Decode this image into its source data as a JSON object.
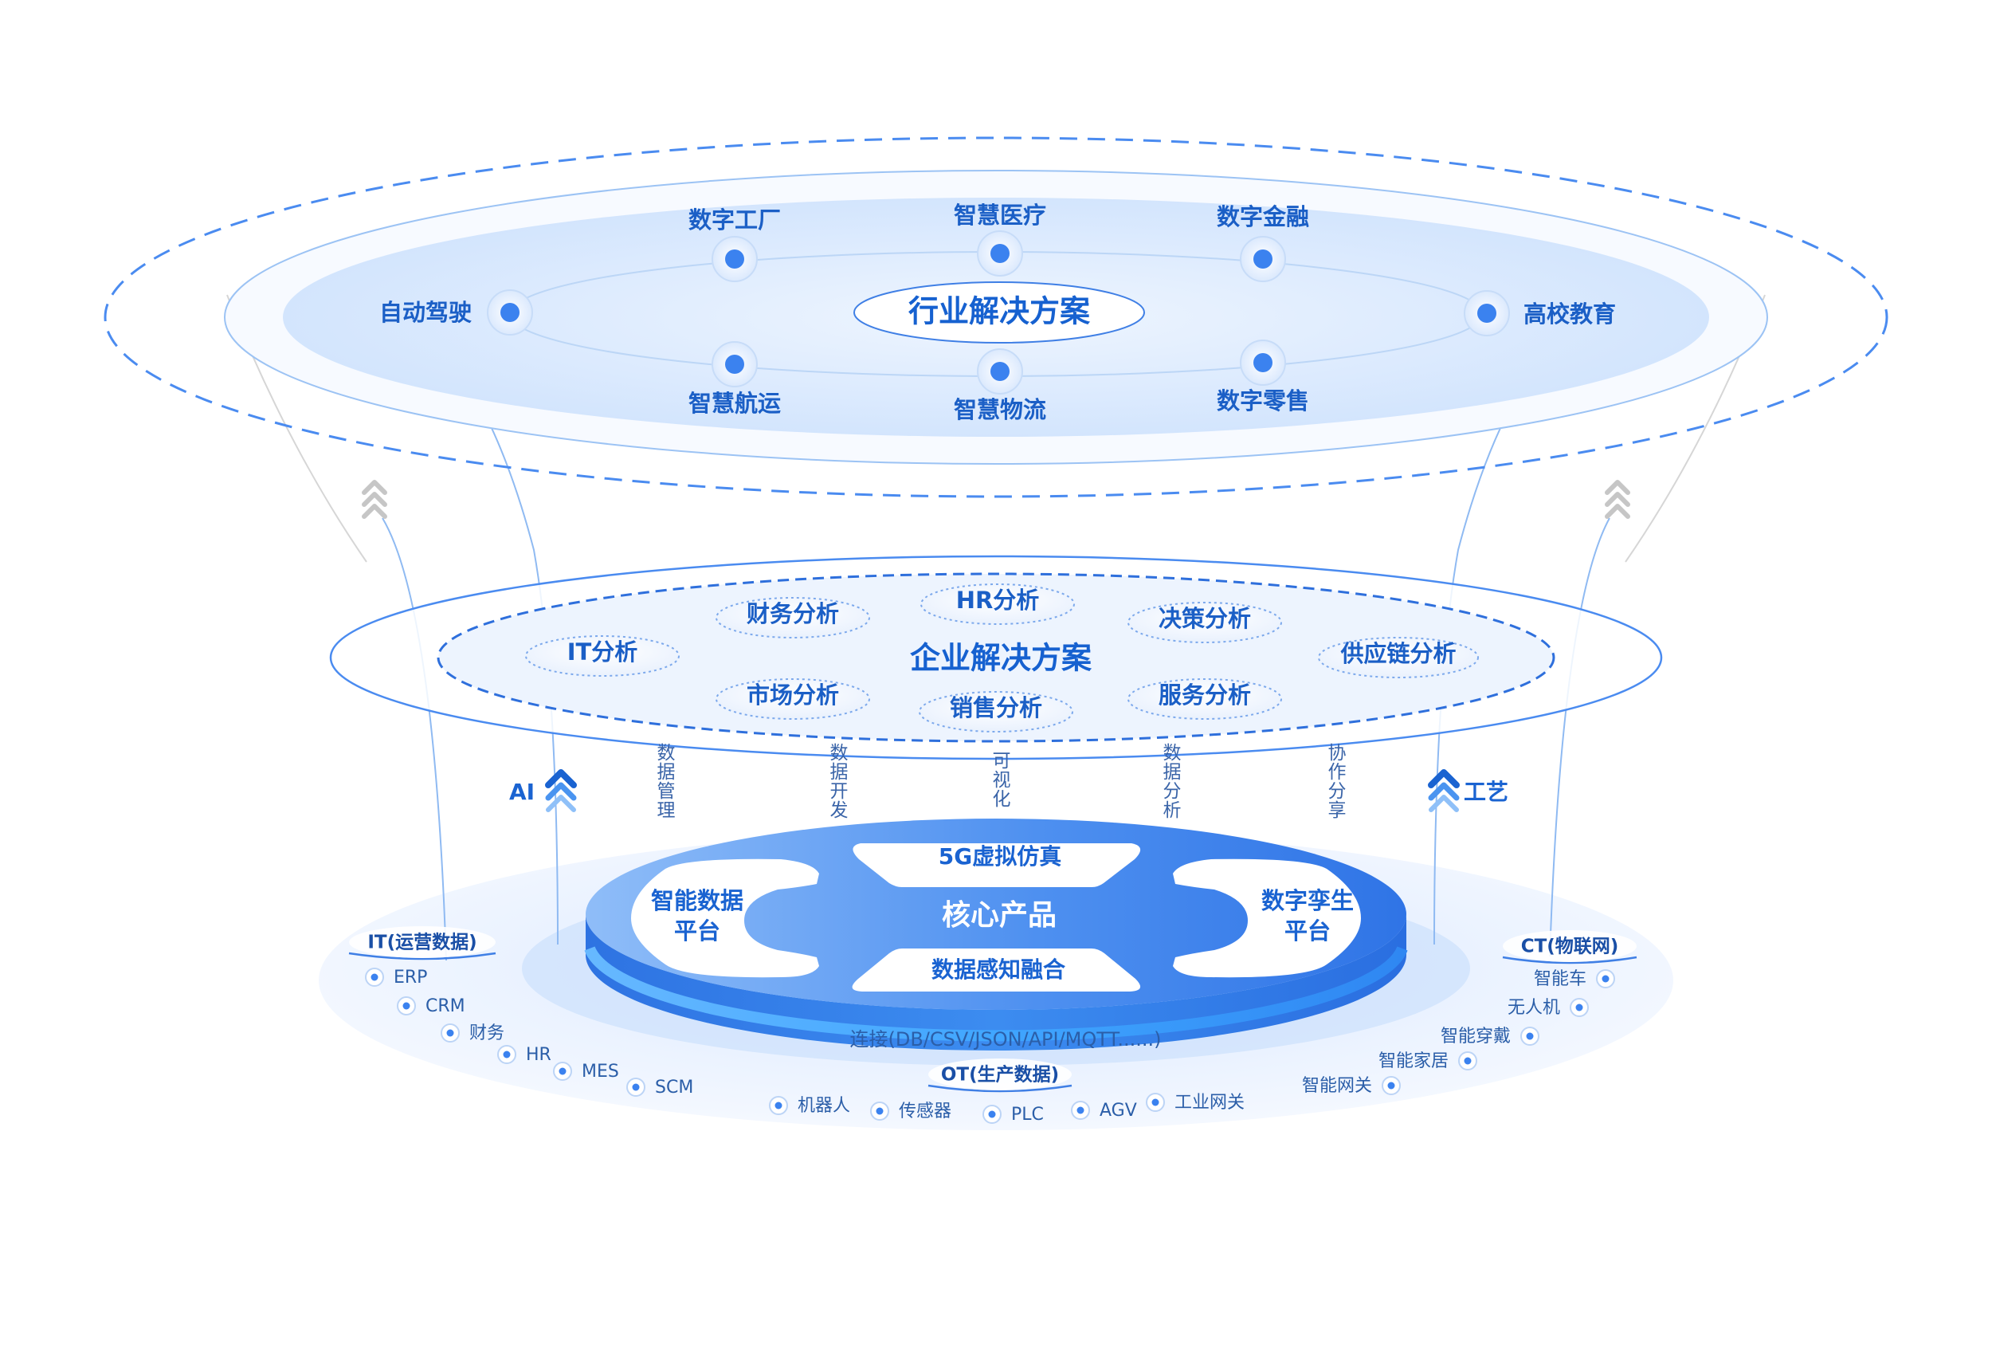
{
  "industry": {
    "title": "行业解决方案",
    "nodes": [
      "数字工厂",
      "智慧医疗",
      "数字金融",
      "自动驾驶",
      "高校教育",
      "智慧航运",
      "智慧物流",
      "数字零售"
    ]
  },
  "enterprise": {
    "title": "企业解决方案",
    "nodes": [
      "财务分析",
      "HR分析",
      "决策分析",
      "IT分析",
      "供应链分析",
      "市场分析",
      "销售分析",
      "服务分析"
    ]
  },
  "connectors": [
    "数据管理",
    "数据开发",
    "可视化",
    "数据分析",
    "协作分享"
  ],
  "side_labels": {
    "left": "AI",
    "right": "工艺"
  },
  "core": {
    "title": "核心产品",
    "modules": {
      "top": "5G虚拟仿真",
      "left": "智能数据平台",
      "right": "数字孪生平台",
      "bottom": "数据感知融合"
    },
    "module_lines": {
      "left": [
        "智能数据",
        "平台"
      ],
      "right": [
        "数字孪生",
        "平台"
      ]
    },
    "connect": "连接(DB/CSV/JSON/API/MQTT......)"
  },
  "it": {
    "title": "IT(运营数据)",
    "items": [
      "ERP",
      "CRM",
      "财务",
      "HR",
      "MES",
      "SCM"
    ]
  },
  "ot": {
    "title": "OT(生产数据)",
    "items": [
      "机器人",
      "传感器",
      "PLC",
      "AGV",
      "工业网关"
    ]
  },
  "ct": {
    "title": "CT(物联网)",
    "items": [
      "智能车",
      "无人机",
      "智能穿戴",
      "智能家居",
      "智能网关"
    ]
  },
  "colors": {
    "primary": "#1a63d1",
    "light": "#e4efff",
    "accent": "#4a8bf0"
  }
}
